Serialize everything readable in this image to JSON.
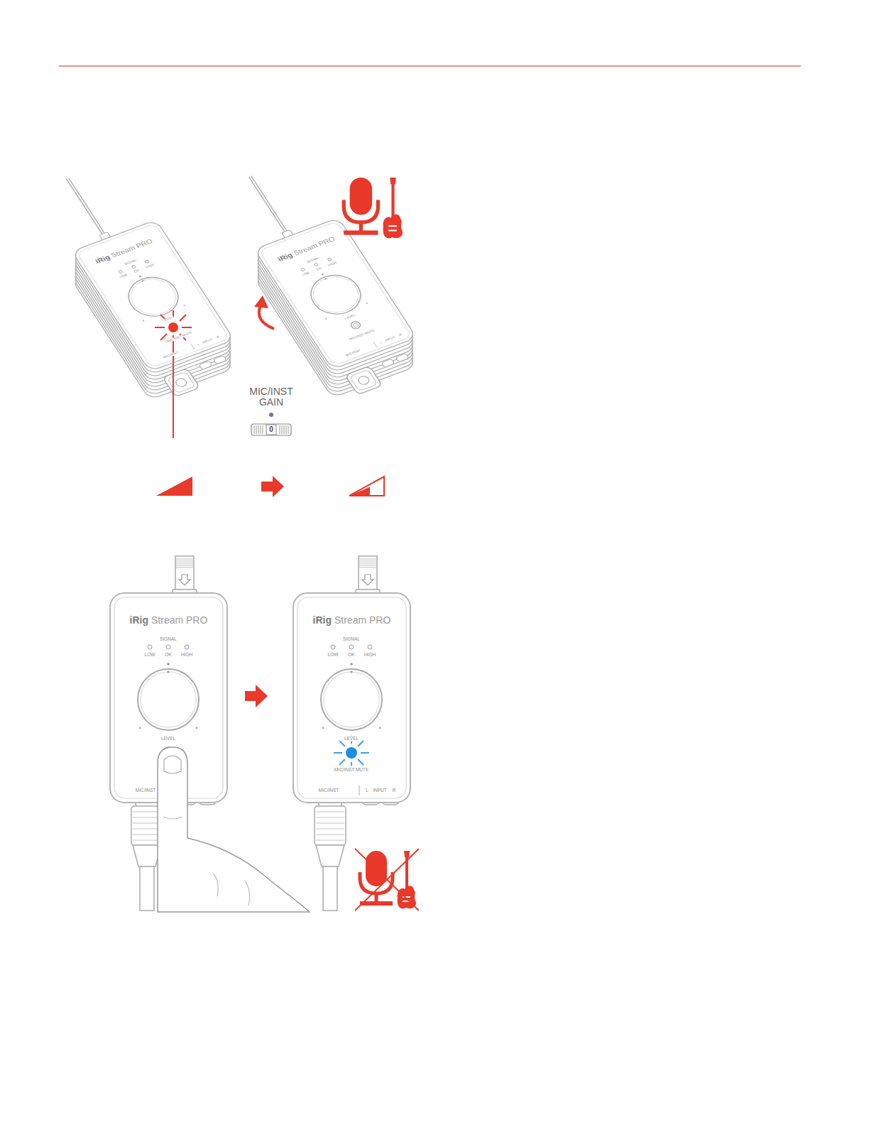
{
  "diagram": {
    "labels": [
      "iRig",
      "Stream PRO",
      "SIGNAL",
      "LOW",
      "OK",
      "HIGH",
      "LEVEL",
      "MIC/INST MUTE",
      "MIC/INST",
      "L",
      "INPUT",
      "R",
      "iRig",
      "Stream PRO",
      "SIGNAL",
      "LOW",
      "OK",
      "HIGH",
      "LEVEL",
      "MIC/INST MUTE",
      "MIC/INST",
      "L",
      "INPUT",
      "R",
      "MIC/INST GAIN",
      "0",
      "iRig",
      "Stream PRO",
      "SIGNAL",
      "LOW",
      "OK",
      "HIGH",
      "LEVEL",
      "MIC/INST",
      "iRig",
      "Stream PRO",
      "SIGNAL",
      "LOW",
      "OK",
      "HIGH",
      "LEVEL",
      "MIC/INST MUTE",
      "MIC/INST",
      "L",
      "INPUT",
      "R"
    ]
  }
}
